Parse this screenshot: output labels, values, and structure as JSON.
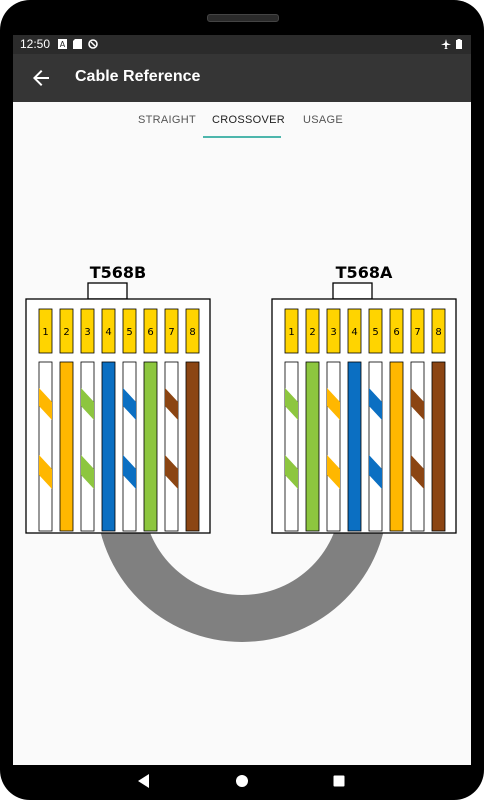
{
  "status_bar": {
    "time": "12:50"
  },
  "app_bar": {
    "title": "Cable Reference"
  },
  "tabs": [
    {
      "label": "STRAIGHT",
      "active": false
    },
    {
      "label": "CROSSOVER",
      "active": true
    },
    {
      "label": "USAGE",
      "active": false
    }
  ],
  "diagram": {
    "left_connector": {
      "label": "T568B",
      "wires": [
        "white-orange",
        "orange",
        "white-green",
        "blue",
        "white-blue",
        "green",
        "white-brown",
        "brown"
      ]
    },
    "right_connector": {
      "label": "T568A",
      "wires": [
        "white-green",
        "green",
        "white-orange",
        "blue",
        "white-blue",
        "orange",
        "white-brown",
        "brown"
      ]
    },
    "pins": [
      "1",
      "2",
      "3",
      "4",
      "5",
      "6",
      "7",
      "8"
    ],
    "wire_colors": {
      "orange": "#ffb700",
      "green": "#8dc63f",
      "blue": "#0b6fc2",
      "brown": "#8b4513"
    },
    "pin_color": "#ffd400",
    "cable_color": "#808080"
  },
  "icons": {
    "back": "arrow-left-icon",
    "nav_back": "triangle-back-icon",
    "nav_home": "circle-home-icon",
    "nav_recents": "square-recents-icon"
  }
}
